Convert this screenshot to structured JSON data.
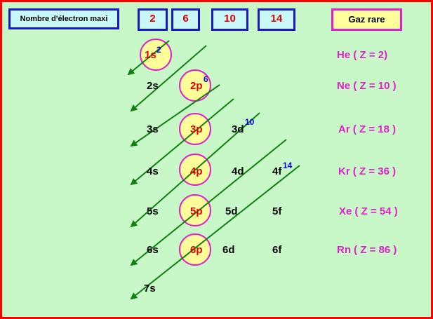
{
  "header": {
    "title": "Nombre d'électron maxi",
    "capacities": [
      "2",
      "6",
      "10",
      "14"
    ],
    "gas_title": "Gaz rare"
  },
  "subshells": [
    "1s",
    "2s",
    "2p",
    "3s",
    "3p",
    "3d",
    "4s",
    "4p",
    "4d",
    "4f",
    "5s",
    "5p",
    "5d",
    "5f",
    "6s",
    "6p",
    "6d",
    "6f",
    "7s"
  ],
  "superscripts": [
    "2",
    "6",
    "10",
    "14"
  ],
  "noble_gases": [
    "He ( Z = 2)",
    "Ne ( Z = 10 )",
    "Ar ( Z = 18 )",
    "Kr ( Z = 36 )",
    "Xe ( Z = 54 )",
    "Rn ( Z = 86 )"
  ],
  "colors": {
    "background": "#c8f8c8",
    "border": "#ff0000",
    "arrow": "#108010",
    "circle_fill": "#ffff99",
    "circle_border": "#e020c8",
    "gas_text": "#e020c8",
    "superscript": "#0000e0"
  }
}
